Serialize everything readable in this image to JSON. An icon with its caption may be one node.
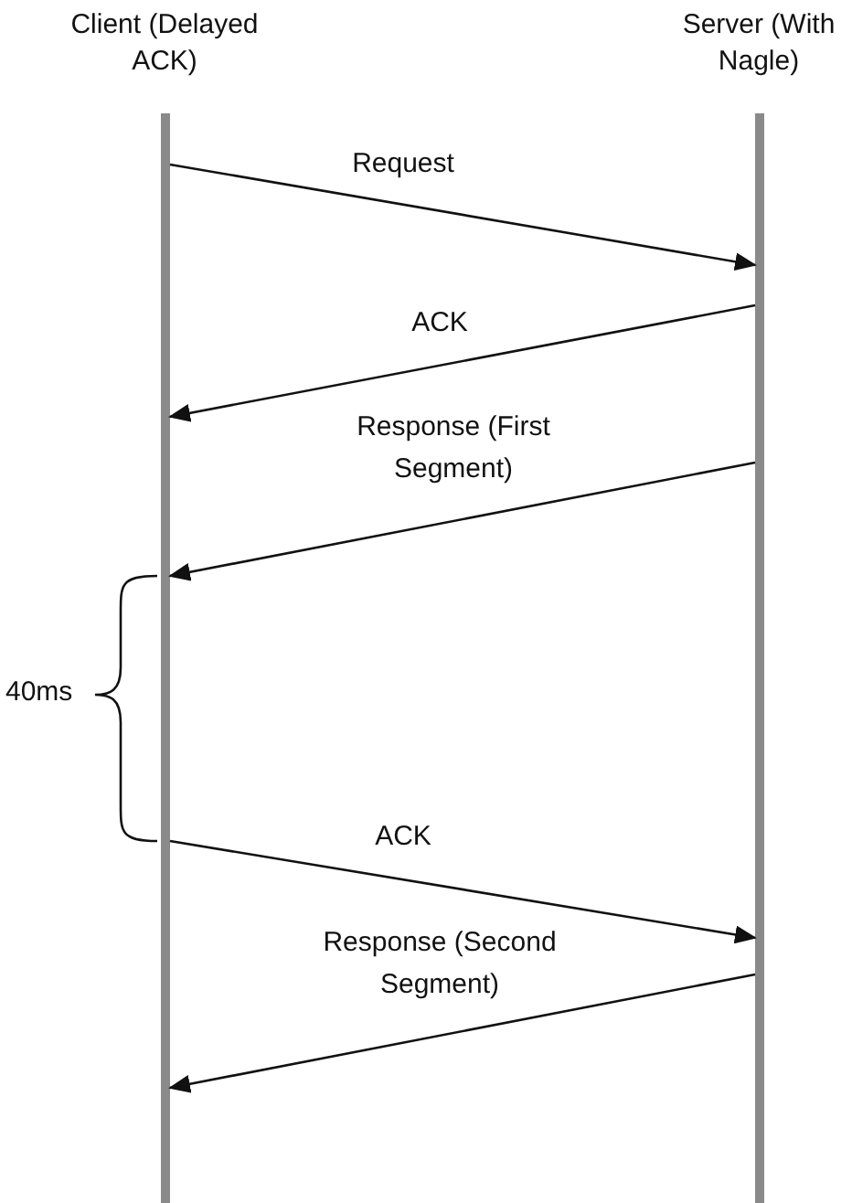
{
  "diagram": {
    "nodes": [
      {
        "text": [
          "Client (Delayed ACK)"
        ]
      },
      {
        "text": [
          "Server (With Nagle)"
        ]
      }
    ],
    "edges": [
      {
        "from": 0,
        "to": 1,
        "arrow": "to",
        "label": "Request"
      },
      {
        "from": 1,
        "to": 0,
        "arrow": "to",
        "label": "ACK"
      },
      {
        "from": 1,
        "to": 0,
        "arrow": "to",
        "label": "Response (First Segment)"
      },
      {
        "from": 0,
        "to": 1,
        "arrow": "to",
        "label": "ACK"
      },
      {
        "from": 1,
        "to": 0,
        "arrow": "to",
        "label": "Response (Second Segment)"
      }
    ],
    "labels": [
      "40ms"
    ]
  }
}
